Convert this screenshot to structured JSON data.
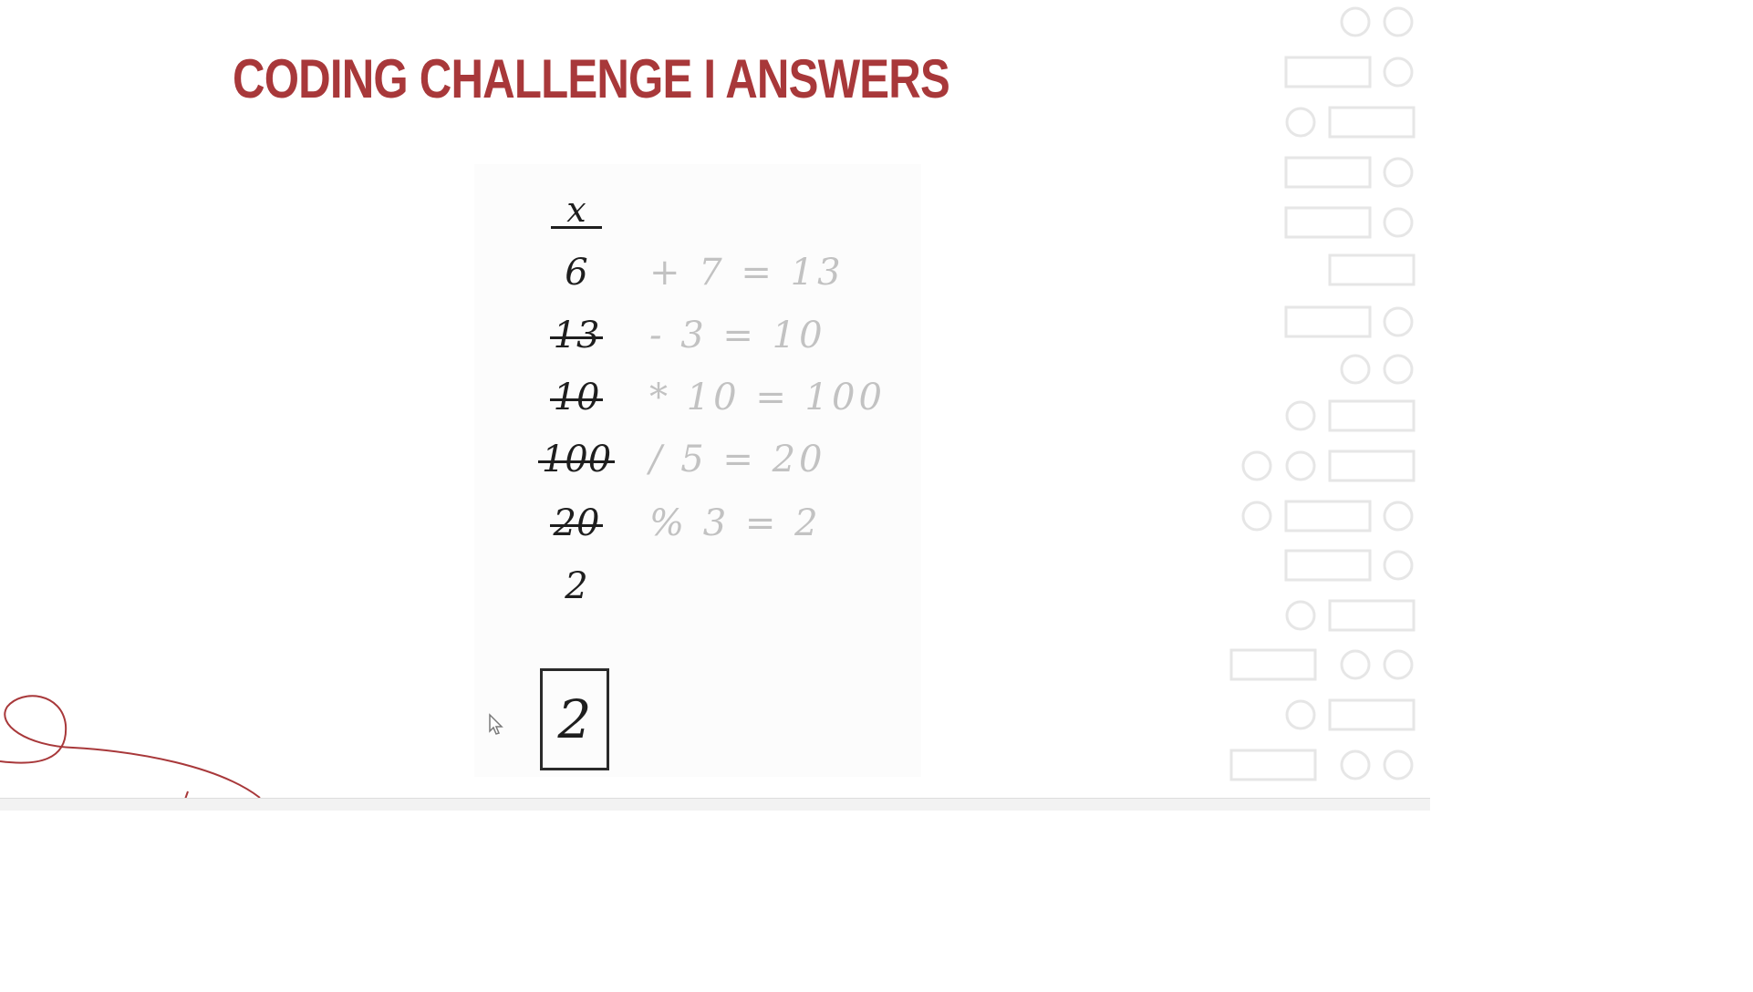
{
  "slide": {
    "title": "CODING CHALLENGE I ANSWERS",
    "accent_color": "#a8383a"
  },
  "work": {
    "variable_label": "x",
    "rows": [
      {
        "value": "6",
        "operation": "+ 7 = 13",
        "struck": false
      },
      {
        "value": "13",
        "operation": "- 3 = 10",
        "struck": true
      },
      {
        "value": "10",
        "operation": "* 10 = 100",
        "struck": true
      },
      {
        "value": "100",
        "operation": "/ 5 = 20",
        "struck": true
      },
      {
        "value": "20",
        "operation": "% 3 = 2",
        "struck": true
      },
      {
        "value": "2",
        "operation": "",
        "struck": false
      }
    ],
    "final_answer": "2"
  },
  "icons": {
    "cursor": "mouse-pointer-icon",
    "decoration": "circles-and-rectangles-pattern",
    "swirl": "hand-drawn-swirl"
  }
}
